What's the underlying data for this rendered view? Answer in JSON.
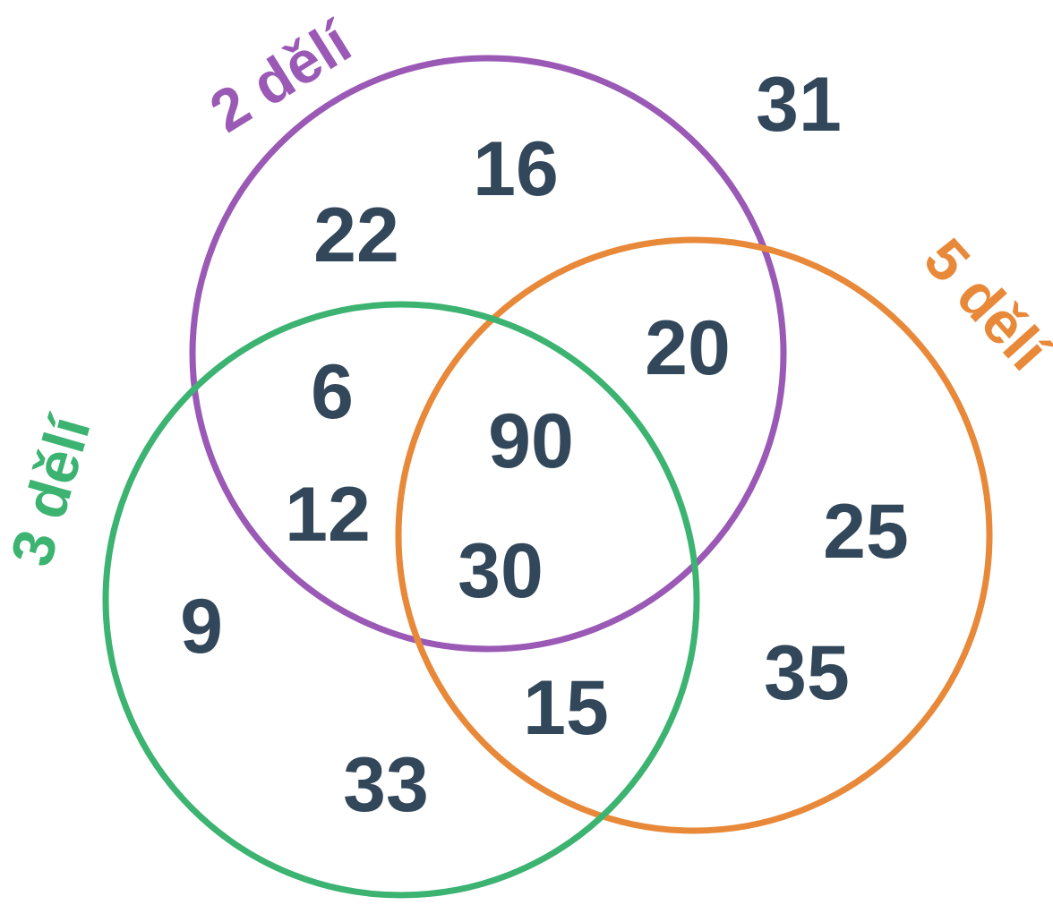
{
  "colors": {
    "two": "#9b59b6",
    "three": "#3cb371",
    "five": "#e8893a",
    "numbers": "#33475b"
  },
  "sets": {
    "two": {
      "label": "2 dělí"
    },
    "three": {
      "label": "3 dělí"
    },
    "five": {
      "label": "5 dělí"
    }
  },
  "numbers": {
    "only_two_a": "16",
    "only_two_b": "22",
    "outside": "31",
    "two_five": "20",
    "two_three_a": "6",
    "two_three_b": "12",
    "all_three": "90",
    "all_three_b": "30",
    "only_three_a": "9",
    "only_three_b": "33",
    "three_five": "15",
    "only_five_a": "25",
    "only_five_b": "35"
  }
}
